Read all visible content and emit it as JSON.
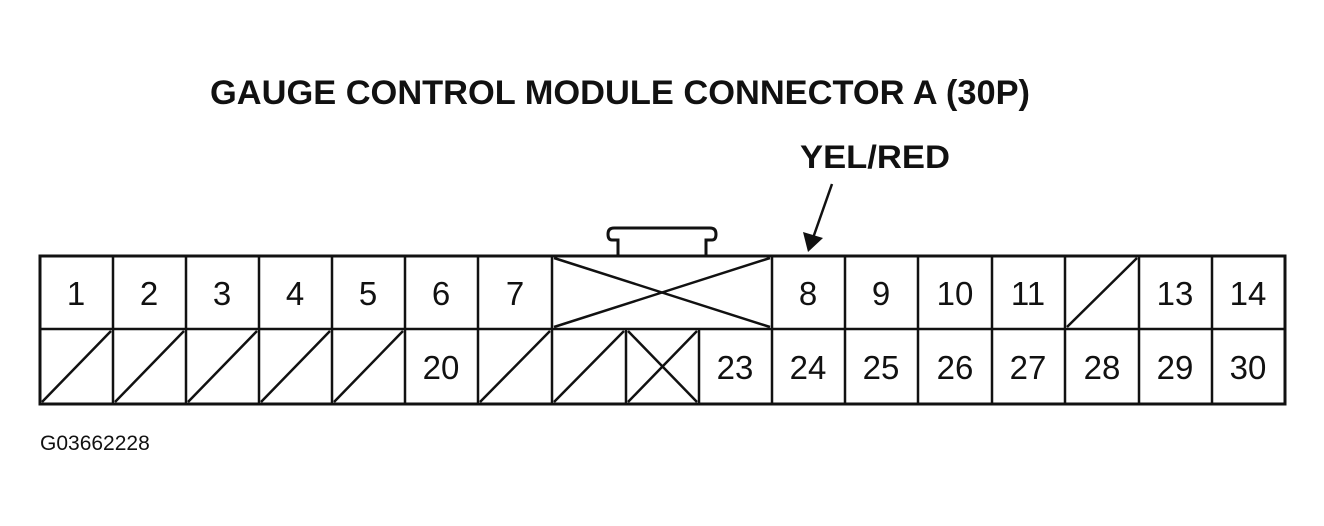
{
  "title": "GAUGE CONTROL MODULE CONNECTOR A (30P)",
  "wire_label": "YEL/RED",
  "figure_id": "G03662228",
  "top_row": [
    "1",
    "2",
    "3",
    "4",
    "5",
    "6",
    "7",
    "",
    "8",
    "9",
    "10",
    "11",
    "",
    "13",
    "14"
  ],
  "bottom_row": [
    "",
    "",
    "",
    "",
    "",
    "20",
    "",
    "",
    "",
    "23",
    "24",
    "25",
    "26",
    "27",
    "28",
    "29",
    "30"
  ]
}
